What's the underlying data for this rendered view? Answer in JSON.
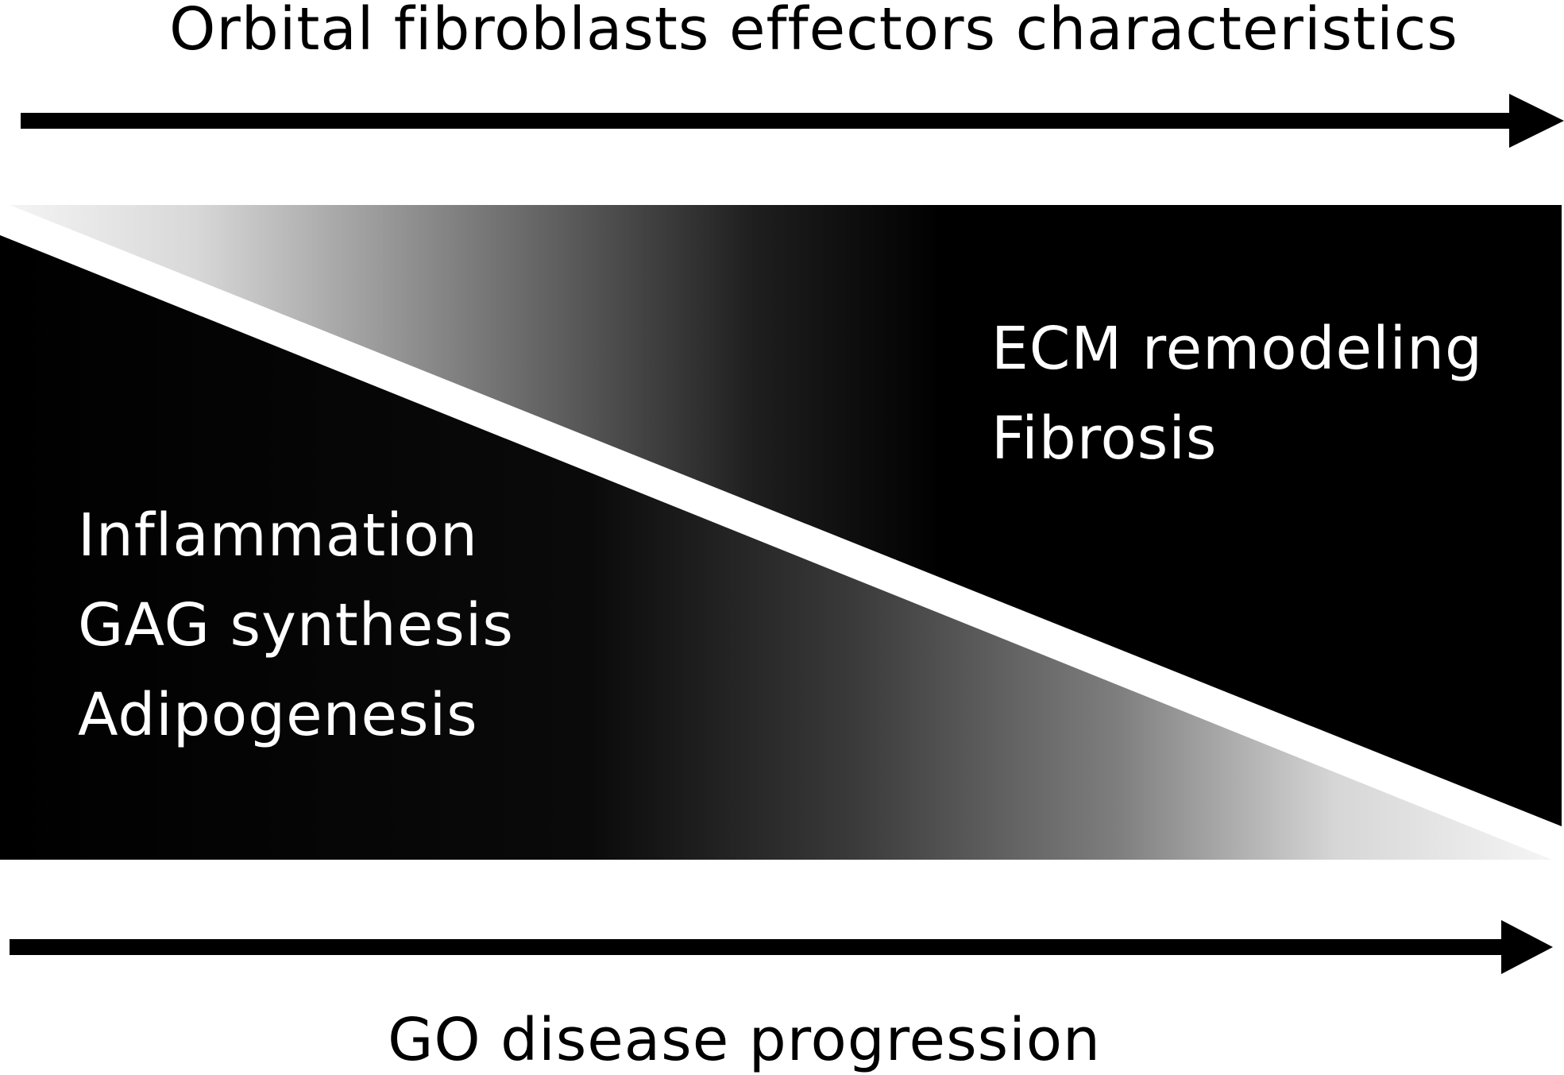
{
  "diagram": {
    "top_caption": "Orbital fibroblasts effectors characteristics",
    "bottom_caption": "GO disease progression",
    "early_phase_labels": [
      "Inflammation",
      "GAG synthesis",
      "Adipogenesis"
    ],
    "late_phase_labels": [
      "ECM remodeling",
      "Fibrosis"
    ]
  },
  "colors": {
    "foreground": "#000000",
    "background": "#ffffff",
    "gradient_light": "#f2f2f2",
    "gradient_dark": "#000000",
    "text_on_dark": "#ffffff"
  }
}
